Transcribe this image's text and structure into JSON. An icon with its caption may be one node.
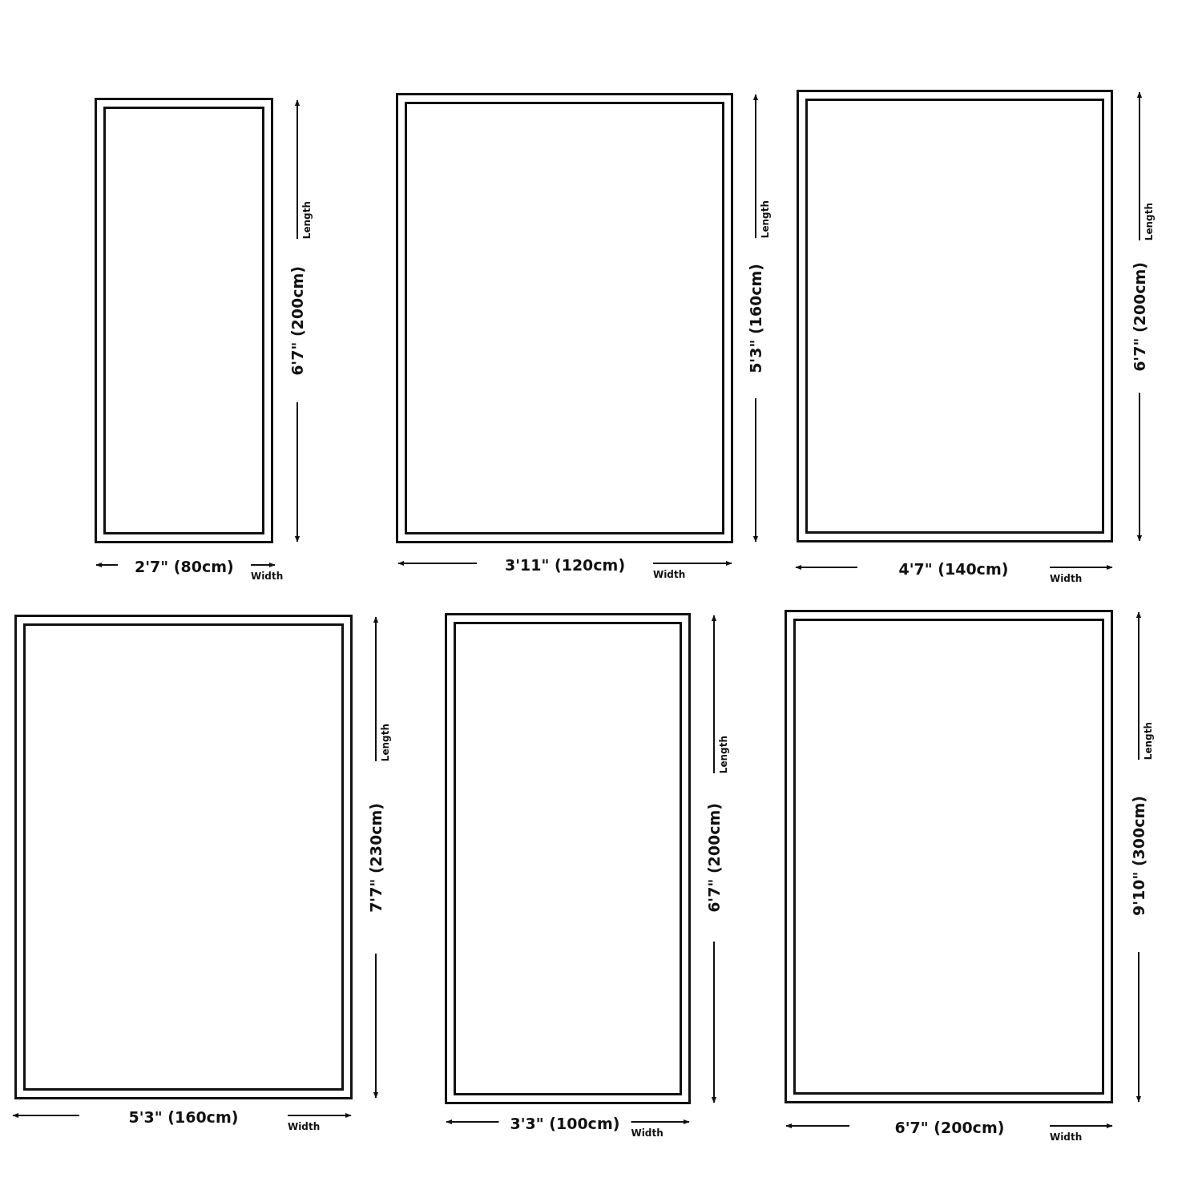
{
  "diagram": {
    "nodes": [
      {
        "text": [],
        "shape": "box",
        "beside": [
          "Length",
          "6'7\" (200cm)",
          "2'7\" (80cm)",
          "Width"
        ]
      },
      {
        "text": [],
        "shape": "box",
        "beside": [
          "Length",
          "5'3\" (160cm)",
          "3'11\" (120cm)",
          "Width"
        ]
      },
      {
        "text": [],
        "shape": "box",
        "beside": [
          "Length",
          "6'7\" (200cm)",
          "4'7\" (140cm)",
          "Width"
        ]
      },
      {
        "text": [],
        "shape": "box",
        "beside": [
          "Length",
          "7'7\" (230cm)",
          "5'3\" (160cm)",
          "Width"
        ]
      },
      {
        "text": [],
        "shape": "box",
        "beside": [
          "Length",
          "6'7\" (200cm)",
          "3'3\" (100cm)",
          "Width"
        ]
      },
      {
        "text": [],
        "shape": "box",
        "beside": [
          "Length",
          "9'10\" (300cm)",
          "6'7\" (200cm)",
          "Width"
        ]
      }
    ]
  }
}
